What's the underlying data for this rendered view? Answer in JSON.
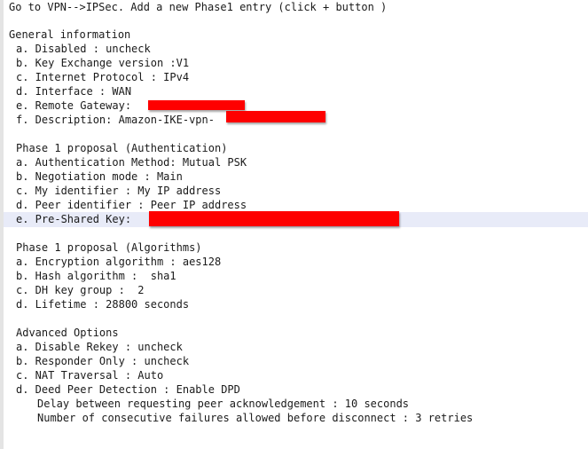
{
  "header": "Go to VPN-->IPSec. Add a new Phase1 entry (click + button )",
  "general": {
    "title": "General information",
    "items": [
      "a. Disabled : uncheck",
      "b. Key Exchange version :V1",
      "c. Internet Protocol : IPv4",
      "d. Interface : WAN",
      "e. Remote Gateway:",
      "f. Description: Amazon-IKE-vpn-"
    ]
  },
  "authentication": {
    "title": "Phase 1 proposal (Authentication)",
    "items": [
      "a. Authentication Method: Mutual PSK",
      "b. Negotiation mode : Main",
      "c. My identifier : My IP address",
      "d. Peer identifier : Peer IP address",
      "e. Pre-Shared Key:"
    ]
  },
  "algorithms": {
    "title": "Phase 1 proposal (Algorithms)",
    "items": [
      "a. Encryption algorithm : aes128",
      "b. Hash algorithm :  sha1",
      "c. DH key group :  2",
      "d. Lifetime : 28800 seconds"
    ]
  },
  "advanced": {
    "title": "Advanced Options",
    "items": [
      "a. Disable Rekey : uncheck",
      "b. Responder Only : uncheck",
      "c. NAT Traversal : Auto",
      "d. Deed Peer Detection : Enable DPD"
    ],
    "sub_items": [
      "Delay between requesting peer acknowledgement : 10 seconds",
      "Number of consecutive failures allowed before disconnect : 3 retries"
    ]
  },
  "colors": {
    "redaction": "#fe0000",
    "line_highlight": "#e8ebf8",
    "text": "#1a1a1a"
  }
}
